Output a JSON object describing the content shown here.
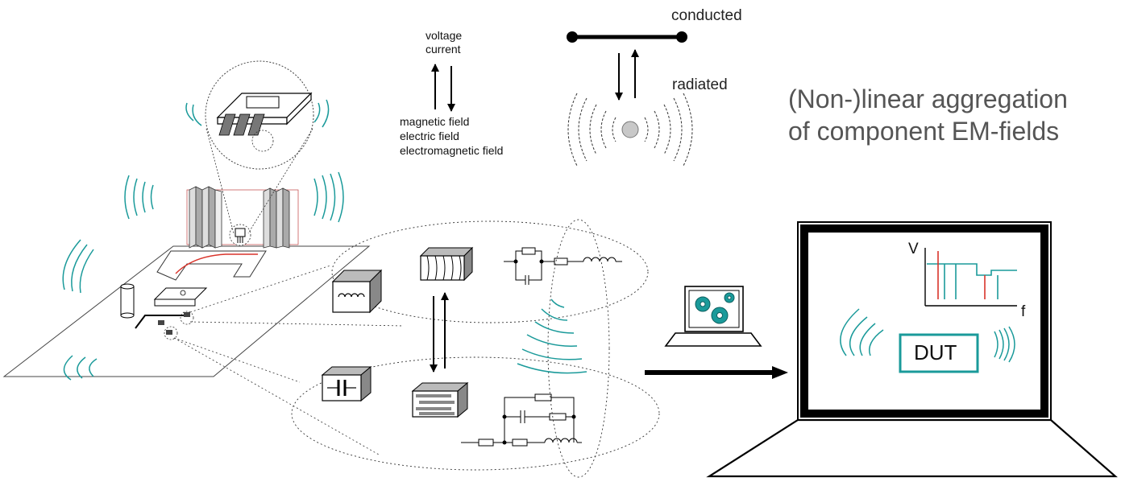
{
  "labels": {
    "signal_types": [
      "voltage",
      "current"
    ],
    "field_types": [
      "magnetic field",
      "electric field",
      "electromagnetic field"
    ],
    "conducted": "conducted",
    "radiated": "radiated",
    "aggregation_line1": "(Non-)linear aggregation",
    "aggregation_line2": "of component EM-fields"
  },
  "monitor": {
    "y_axis": "V",
    "x_axis": "f",
    "dut": "DUT"
  },
  "colors": {
    "field_wave": "#1a9a9a",
    "spectrum_red": "#d9342b",
    "spectrum_teal": "#1a9a9a",
    "dut_border": "#1a9a9a",
    "gear": "#1a9a9a",
    "trace_red": "#d9342b",
    "line": "#000000",
    "ground_dot": "#c8c8c8"
  },
  "icons": [
    "gear-icon",
    "laptop-icon",
    "monitor-icon",
    "capacitor-icon",
    "inductor-icon",
    "resistor-icon",
    "transistor-icon",
    "arrow-icon"
  ]
}
